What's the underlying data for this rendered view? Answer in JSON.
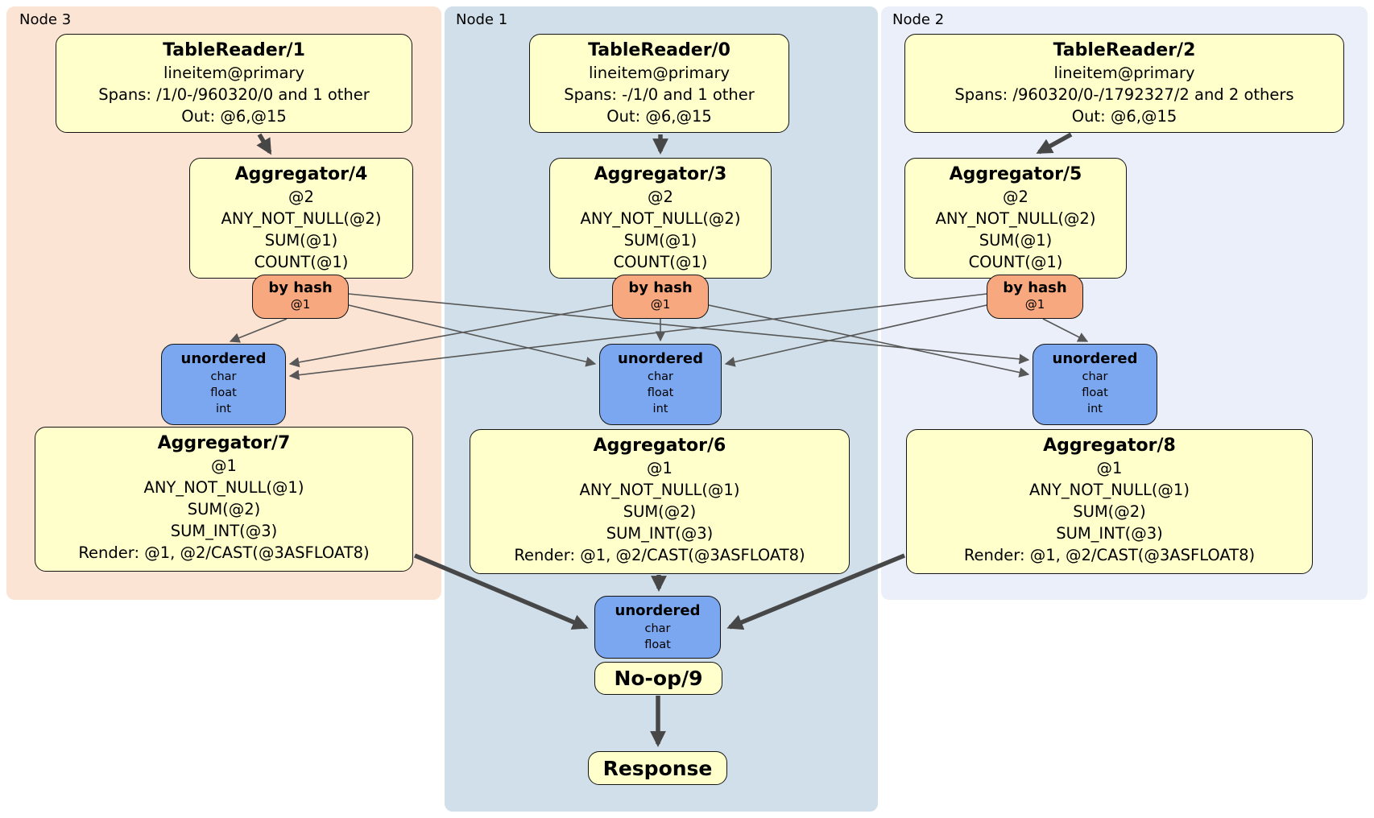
{
  "regions": {
    "node3": {
      "label": "Node 3",
      "bg": "#fce4d4"
    },
    "node1": {
      "label": "Node 1",
      "bg": "#d0dfe9"
    },
    "node2": {
      "label": "Node 2",
      "bg": "#eaeffa"
    }
  },
  "colors": {
    "processor_fill": "#ffffcc",
    "router_fill": "#f8a87e",
    "sync_fill": "#7aa7ef",
    "edge": "#474747",
    "box_border": "#141414"
  },
  "processors": {
    "tr1": {
      "title": "TableReader/1",
      "lines": [
        "lineitem@primary",
        "Spans: /1/0-/960320/0 and 1 other",
        "Out: @6,@15"
      ]
    },
    "tr0": {
      "title": "TableReader/0",
      "lines": [
        "lineitem@primary",
        "Spans: -/1/0 and 1 other",
        "Out: @6,@15"
      ]
    },
    "tr2": {
      "title": "TableReader/2",
      "lines": [
        "lineitem@primary",
        "Spans: /960320/0-/1792327/2 and 2 others",
        "Out: @6,@15"
      ]
    },
    "agg4": {
      "title": "Aggregator/4",
      "lines": [
        "@2",
        "ANY_NOT_NULL(@2)",
        "SUM(@1)",
        "COUNT(@1)"
      ]
    },
    "agg3": {
      "title": "Aggregator/3",
      "lines": [
        "@2",
        "ANY_NOT_NULL(@2)",
        "SUM(@1)",
        "COUNT(@1)"
      ]
    },
    "agg5": {
      "title": "Aggregator/5",
      "lines": [
        "@2",
        "ANY_NOT_NULL(@2)",
        "SUM(@1)",
        "COUNT(@1)"
      ]
    },
    "agg7": {
      "title": "Aggregator/7",
      "lines": [
        "@1",
        "ANY_NOT_NULL(@1)",
        "SUM(@2)",
        "SUM_INT(@3)",
        "Render: @1, @2/CAST(@3ASFLOAT8)"
      ]
    },
    "agg6": {
      "title": "Aggregator/6",
      "lines": [
        "@1",
        "ANY_NOT_NULL(@1)",
        "SUM(@2)",
        "SUM_INT(@3)",
        "Render: @1, @2/CAST(@3ASFLOAT8)"
      ]
    },
    "agg8": {
      "title": "Aggregator/8",
      "lines": [
        "@1",
        "ANY_NOT_NULL(@1)",
        "SUM(@2)",
        "SUM_INT(@3)",
        "Render: @1, @2/CAST(@3ASFLOAT8)"
      ]
    },
    "noop9": {
      "title": "No-op/9"
    },
    "response": {
      "title": "Response"
    }
  },
  "routers": {
    "bh3": {
      "title": "by hash",
      "detail": "@1"
    },
    "bh1": {
      "title": "by hash",
      "detail": "@1"
    },
    "bh2": {
      "title": "by hash",
      "detail": "@1"
    }
  },
  "synchronizers": {
    "uo3": {
      "title": "unordered",
      "lines": [
        "char",
        "float",
        "int"
      ]
    },
    "uo1": {
      "title": "unordered",
      "lines": [
        "char",
        "float",
        "int"
      ]
    },
    "uo2": {
      "title": "unordered",
      "lines": [
        "char",
        "float",
        "int"
      ]
    },
    "uo_final": {
      "title": "unordered",
      "lines": [
        "char",
        "float"
      ]
    }
  }
}
